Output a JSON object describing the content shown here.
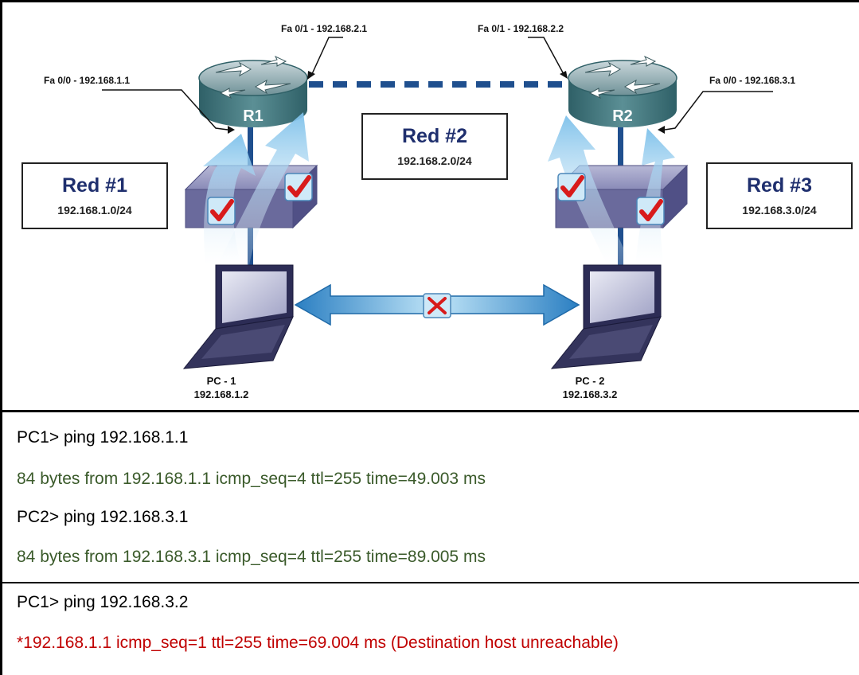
{
  "colors": {
    "link": "#1f4f8e",
    "router_body": "#3f7a80",
    "switch_body": "#6a6a9c",
    "arrow_fill": "#a9d4ee",
    "ok_text": "#3a5a2a",
    "err_text": "#c00000",
    "check": "#d81b1b"
  },
  "diagram": {
    "r1": {
      "label": "R1",
      "fa00": "Fa 0/0 - 192.168.1.1",
      "fa01": "Fa 0/1 - 192.168.2.1"
    },
    "r2": {
      "label": "R2",
      "fa00": "Fa 0/0 - 192.168.3.1",
      "fa01": "Fa 0/1 - 192.168.2.2"
    },
    "net1": {
      "name": "Red #1",
      "addr": "192.168.1.0/24"
    },
    "net2": {
      "name": "Red #2",
      "addr": "192.168.2.0/24"
    },
    "net3": {
      "name": "Red #3",
      "addr": "192.168.3.0/24"
    },
    "pc1": {
      "name": "PC - 1",
      "ip": "192.168.1.2"
    },
    "pc2": {
      "name": "PC - 2",
      "ip": "192.168.3.2"
    }
  },
  "console": {
    "block1": [
      {
        "text": "PC1> ping 192.168.1.1",
        "kind": "cmd"
      },
      {
        "text": "84 bytes from 192.168.1.1 icmp_seq=4 ttl=255 time=49.003 ms",
        "kind": "ok"
      },
      {
        "text": "PC2> ping 192.168.3.1",
        "kind": "cmd"
      },
      {
        "text": "84 bytes from 192.168.3.1 icmp_seq=4 ttl=255 time=89.005 ms",
        "kind": "ok"
      }
    ],
    "block2": [
      {
        "text": "PC1> ping 192.168.3.2",
        "kind": "cmd"
      },
      {
        "text": "*192.168.1.1 icmp_seq=1 ttl=255 time=69.004 ms (Destination host unreachable)",
        "kind": "err"
      }
    ]
  }
}
